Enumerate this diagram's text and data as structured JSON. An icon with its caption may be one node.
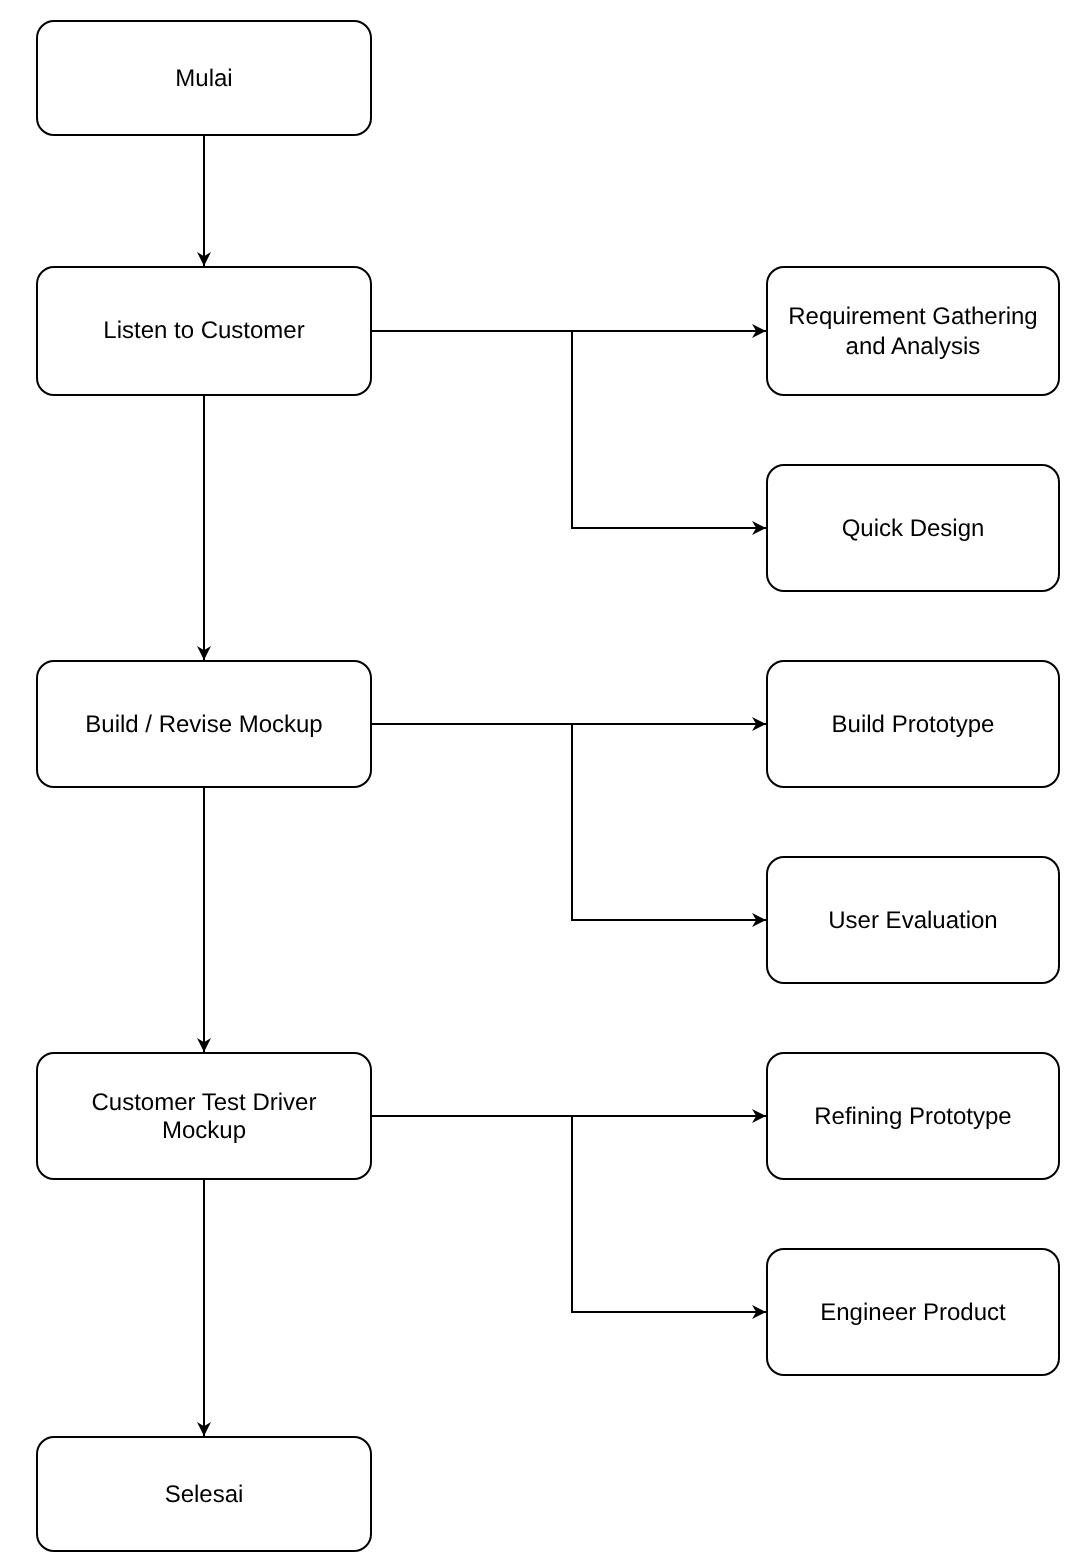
{
  "diagram": {
    "nodes": [
      {
        "text": [
          "Mulai"
        ]
      },
      {
        "text": [
          "Listen to Customer"
        ]
      },
      {
        "text": [
          "Requirement Gathering and Analysis"
        ]
      },
      {
        "text": [
          "Quick Design"
        ]
      },
      {
        "text": [
          "Build / Revise Mockup"
        ]
      },
      {
        "text": [
          "Build Prototype"
        ]
      },
      {
        "text": [
          "User Evaluation"
        ]
      },
      {
        "text": [
          "Customer Test Driver Mockup"
        ]
      },
      {
        "text": [
          "Refining Prototype"
        ]
      },
      {
        "text": [
          "Engineer Product"
        ]
      },
      {
        "text": [
          "Selesai"
        ]
      }
    ],
    "edges": [
      {
        "from": 0,
        "to": 1,
        "arrow": "to"
      },
      {
        "from": 1,
        "to": 2,
        "arrow": "to"
      },
      {
        "from": 1,
        "to": 3,
        "arrow": "to"
      },
      {
        "from": 1,
        "to": 4,
        "arrow": "to"
      },
      {
        "from": 4,
        "to": 5,
        "arrow": "to"
      },
      {
        "from": 4,
        "to": 6,
        "arrow": "to"
      },
      {
        "from": 4,
        "to": 7,
        "arrow": "to"
      },
      {
        "from": 7,
        "to": 8,
        "arrow": "to"
      },
      {
        "from": 7,
        "to": 9,
        "arrow": "to"
      },
      {
        "from": 7,
        "to": 10,
        "arrow": "to"
      }
    ]
  }
}
